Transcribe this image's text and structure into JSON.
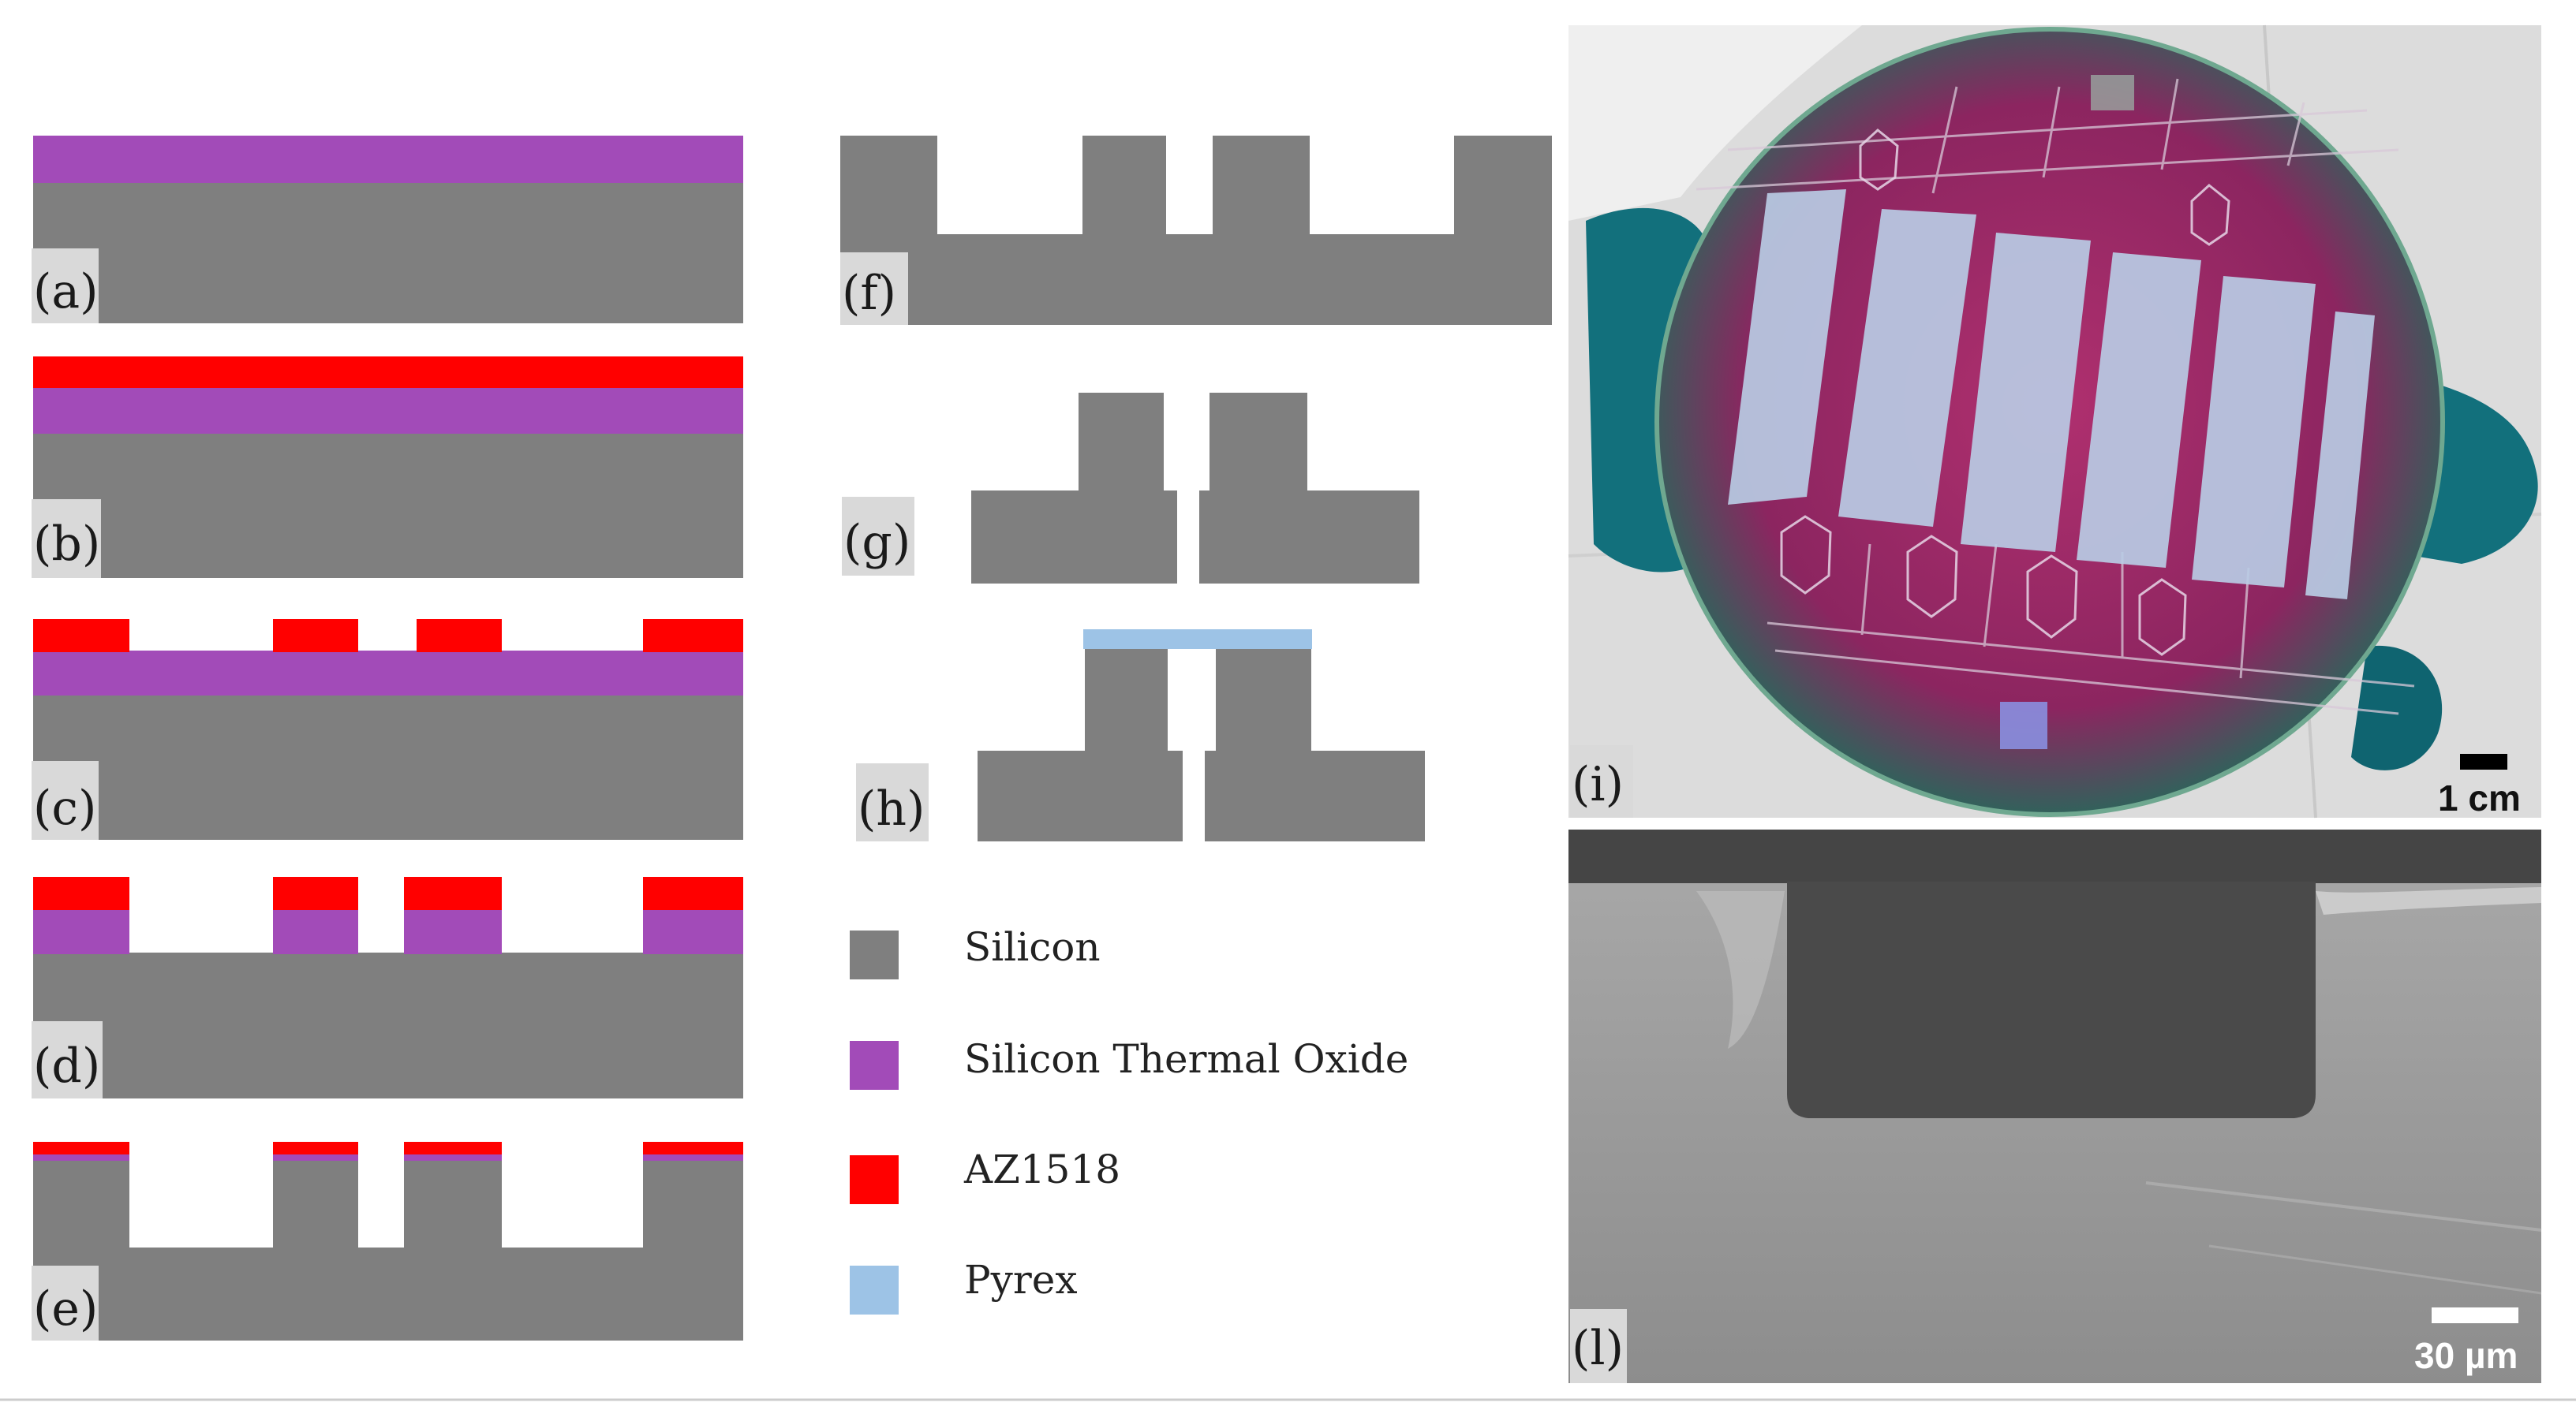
{
  "colors": {
    "silicon": "#7f7f7f",
    "oxide": "#a24bb8",
    "resist": "#ff0000",
    "pyrex": "#9dc3e6",
    "label_bg": "#d9d9d9"
  },
  "panels": {
    "a": "(a)",
    "b": "(b)",
    "c": "(c)",
    "d": "(d)",
    "e": "(e)",
    "f": "(f)",
    "g": "(g)",
    "h": "(h)",
    "i": "(i)",
    "l": "(l)"
  },
  "legend": [
    {
      "label": "Silicon",
      "color": "#7f7f7f"
    },
    {
      "label": "Silicon Thermal Oxide",
      "color": "#a24bb8"
    },
    {
      "label": "AZ1518",
      "color": "#ff0000"
    },
    {
      "label": "Pyrex",
      "color": "#9dc3e6"
    }
  ],
  "scalebars": {
    "wafer": "1 cm",
    "sem": "30 µm"
  }
}
